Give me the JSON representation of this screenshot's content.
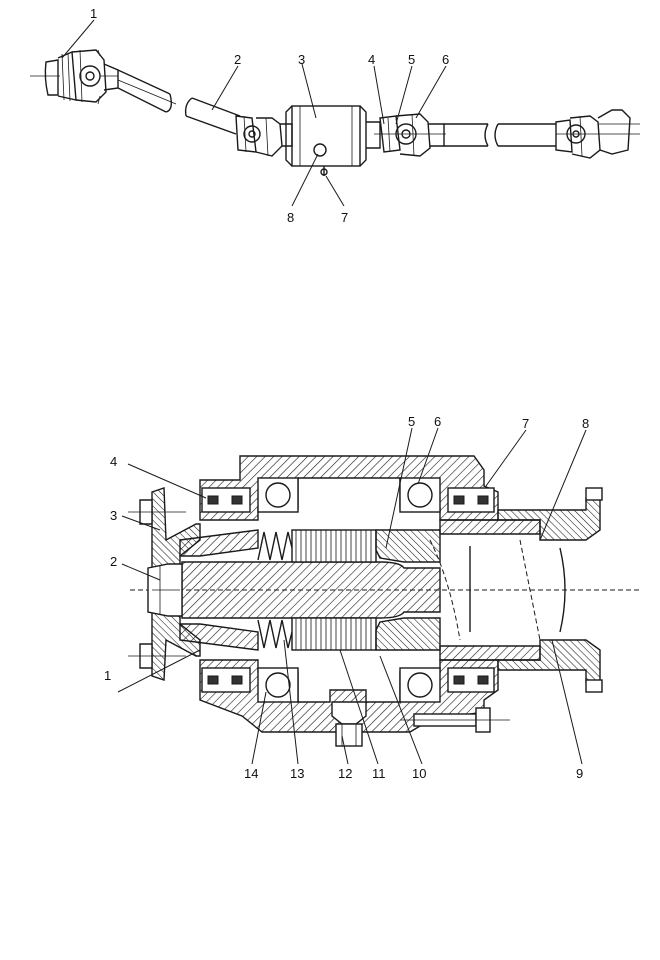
{
  "figure_top": {
    "callouts": [
      "1",
      "2",
      "3",
      "4",
      "5",
      "6",
      "7",
      "8"
    ]
  },
  "figure_bottom": {
    "callouts": [
      "1",
      "2",
      "3",
      "4",
      "5",
      "6",
      "7",
      "8",
      "9",
      "10",
      "11",
      "12",
      "13",
      "14"
    ]
  }
}
